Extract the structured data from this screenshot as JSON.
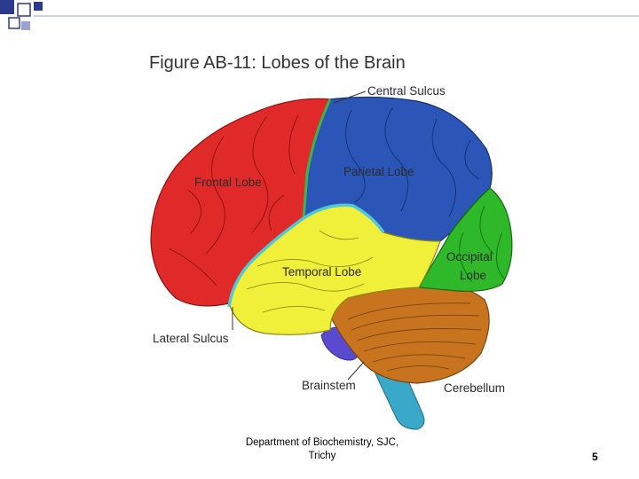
{
  "slide": {
    "title": "Figure AB-11: Lobes of the Brain",
    "labels": {
      "central_sulcus": "Central Sulcus",
      "parietal_lobe": "Parietal Lobe",
      "frontal_lobe": "Frontal Lobe",
      "occipital_lobe_line1": "Occipital",
      "occipital_lobe_line2": "Lobe",
      "temporal_lobe": "Temporal Lobe",
      "lateral_sulcus": "Lateral Sulcus",
      "brainstem": "Brainstem",
      "cerebellum": "Cerebellum"
    },
    "footer": {
      "line1": "Department of Biochemistry, SJC,",
      "line2": "Trichy"
    },
    "page_number": "5"
  },
  "colors": {
    "frontal": "#e02a2a",
    "parietal": "#2c55b8",
    "occipital": "#2fb82a",
    "temporal": "#f0f03a",
    "cerebellum": "#c8741e",
    "brainstem": "#3aa8c8",
    "pons": "#5a4ad0",
    "sulcus_line": "#4fc8d8",
    "corner_blue": "#2b3a8c"
  }
}
